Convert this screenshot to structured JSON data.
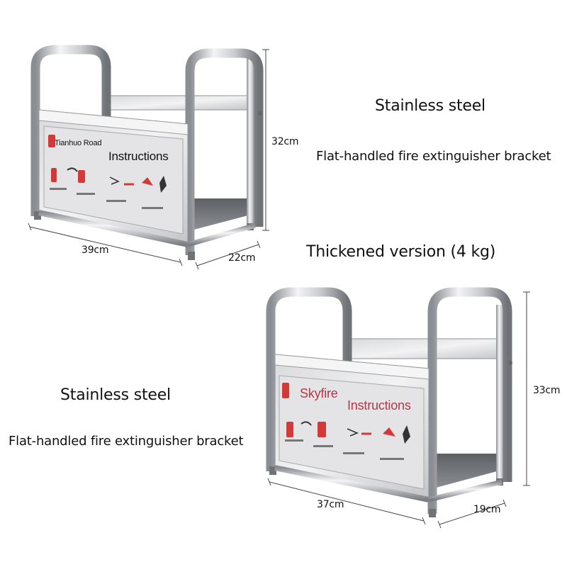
{
  "product": {
    "top": {
      "brand": "Tianhuo Road",
      "panel_title": "Instructions",
      "width": "39cm",
      "depth": "22cm",
      "height": "32cm",
      "material": "Stainless steel",
      "description": "Flat-handled fire extinguisher bracket"
    },
    "bottom": {
      "brand": "Skyfire",
      "panel_title": "Instructions",
      "width": "37cm",
      "depth": "19cm",
      "height": "33cm",
      "material": "Stainless steel",
      "description": "Flat-handled fire extinguisher bracket"
    },
    "variant": "Thickened version (4 kg)"
  },
  "colors": {
    "steel_light": "#e8e8ea",
    "steel_mid": "#b9bbbe",
    "steel_dark": "#7d8085",
    "accent_red": "#d23a3a",
    "brand_bottom": "#b03a4a"
  }
}
